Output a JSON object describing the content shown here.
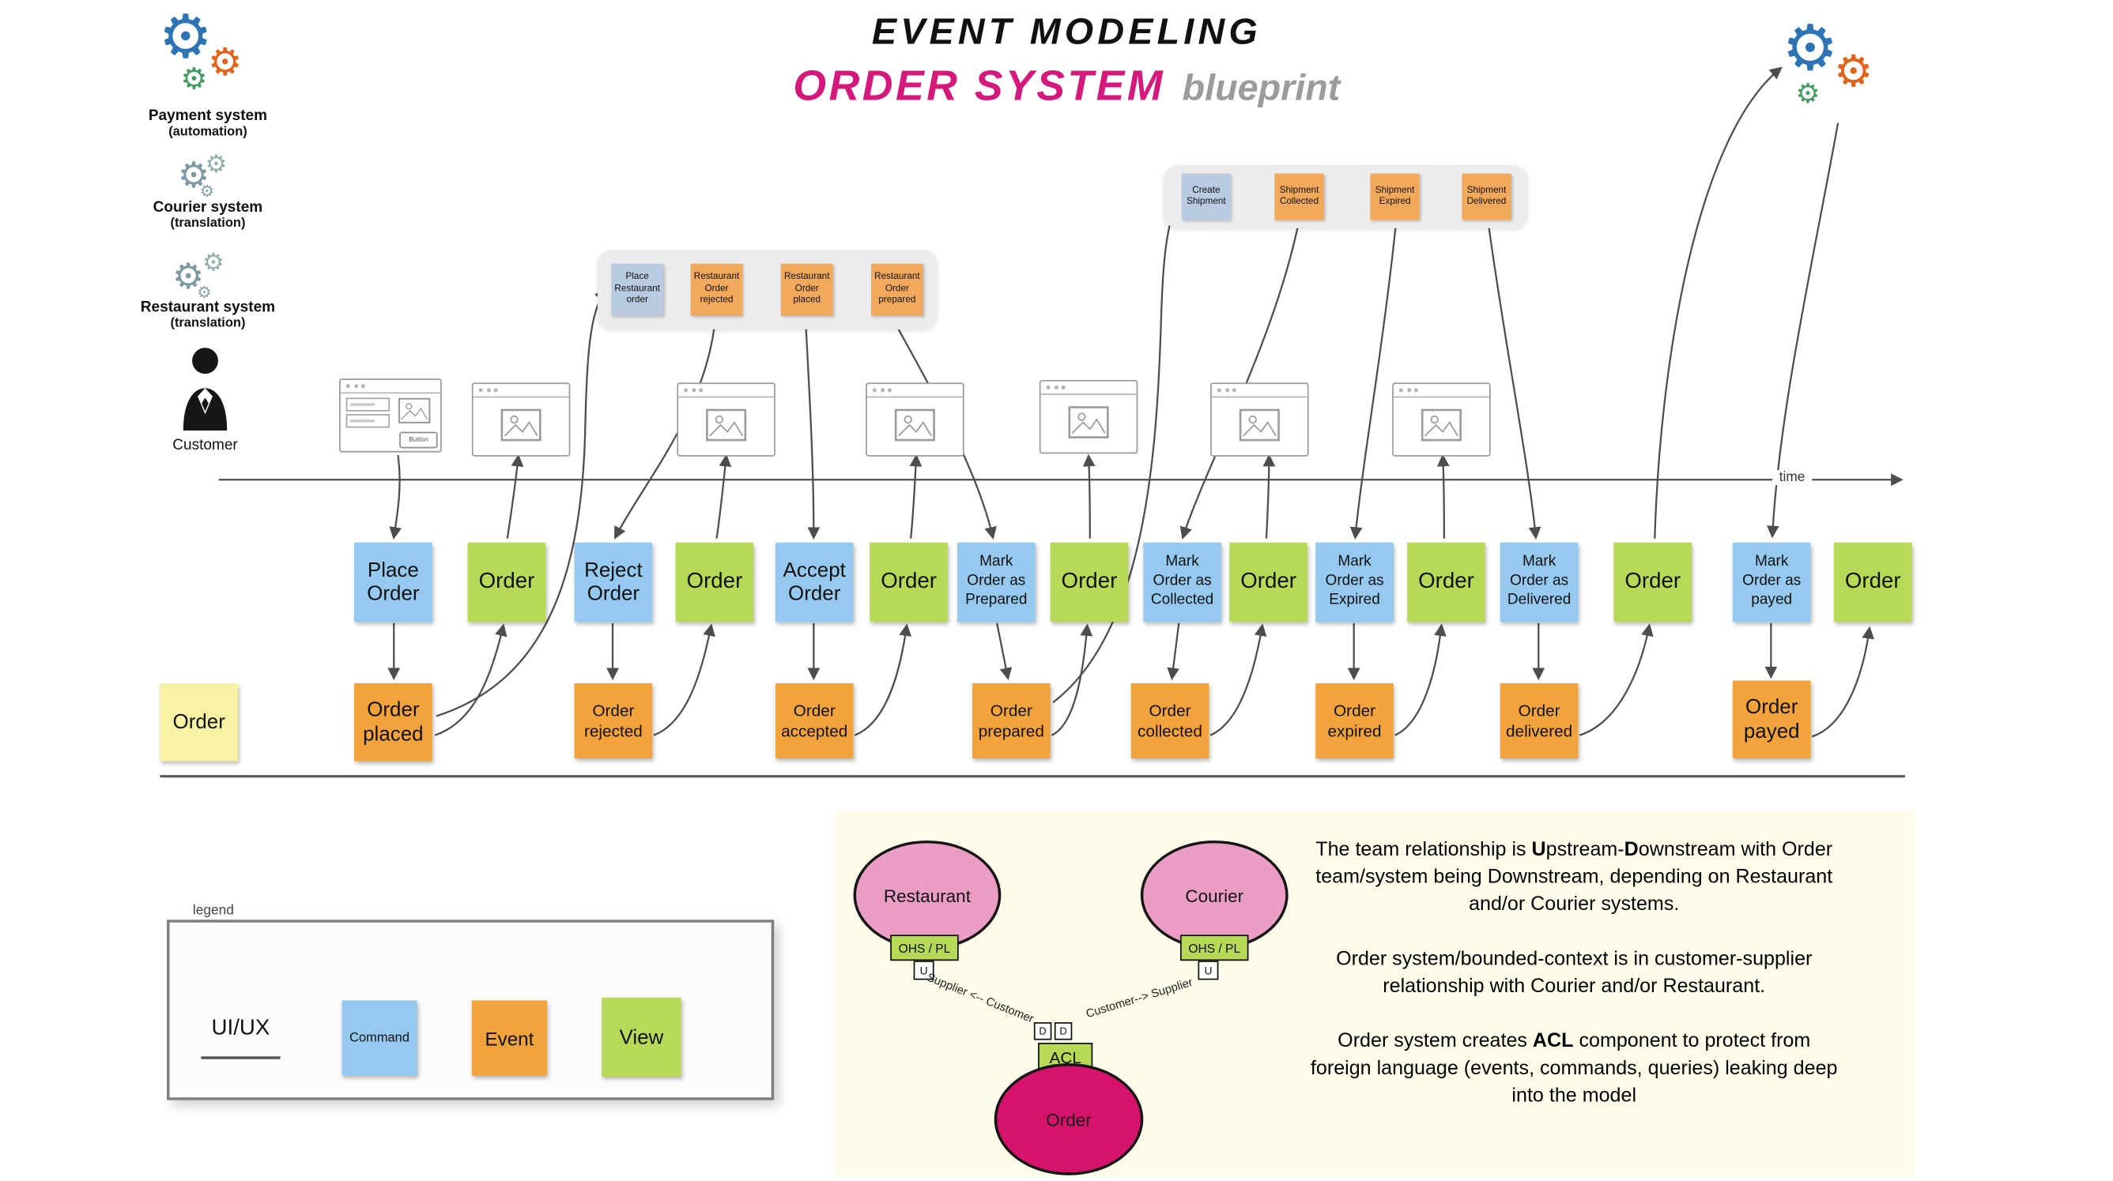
{
  "title": {
    "line1": "EVENT MODELING",
    "line2_accent": "ORDER SYSTEM",
    "line2_rest": "blueprint"
  },
  "actors": {
    "payment": {
      "name": "Payment system",
      "sub": "(automation)"
    },
    "courier": {
      "name": "Courier system",
      "sub": "(translation)"
    },
    "restaurant": {
      "name": "Restaurant system",
      "sub": "(translation)"
    },
    "customer": {
      "name": "Customer"
    }
  },
  "timeline_label": "time",
  "translation_panels": {
    "restaurant": {
      "notes": [
        "Place Restaurant order",
        "Restaurant Order rejected",
        "Restaurant Order placed",
        "Restaurant Order prepared"
      ]
    },
    "courier": {
      "notes": [
        "Create Shipment",
        "Shipment Collected",
        "Shipment Expired",
        "Shipment Delivered"
      ]
    }
  },
  "wireframe1": {
    "button_label": "Button"
  },
  "lanes": {
    "commands_views": [
      "Place Order",
      "Order",
      "Reject Order",
      "Order",
      "Accept Order",
      "Order",
      "Mark Order as Prepared",
      "Order",
      "Mark Order as Collected",
      "Order",
      "Mark Order as Expired",
      "Order",
      "Mark Order as Delivered",
      "Order",
      "Mark Order as payed",
      "Order"
    ],
    "events": [
      "Order placed",
      "Order rejected",
      "Order accepted",
      "Order prepared",
      "Order collected",
      "Order expired",
      "Order delivered",
      "Order payed"
    ],
    "aggregate_note": "Order"
  },
  "legend": {
    "title": "legend",
    "uiux": "UI/UX",
    "command": "Command",
    "event": "Event",
    "view": "View"
  },
  "context_map": {
    "restaurant": "Restaurant",
    "courier": "Courier",
    "order": "Order",
    "ohs_pl": "OHS / PL",
    "u": "U",
    "d": "D",
    "acl": "ACL",
    "rel_left": "Supplier <-- Customer",
    "rel_right": "Customer--> Supplier",
    "p1": {
      "s1": "The team relationship is ",
      "s2": "U",
      "s3": "pstream-",
      "s4": "D",
      "s5": "ownstream with Order team/system being Downstream, depending on Restaurant and/or Courier systems."
    },
    "p2": "Order system/bounded-context is in customer-supplier relationship with Courier and/or Restaurant.",
    "p3": {
      "s1": "Order system creates ",
      "s2": "ACL",
      "s3": " component to protect from foreign language (events, commands, queries) leaking deep into the model"
    }
  },
  "colors": {
    "command_blue": "#95c9ef",
    "view_green": "#b6d957",
    "event_orange": "#f3a33b",
    "aggregate_yellow": "#f8f2a3",
    "context_pink": "#eb9dc5",
    "context_magenta": "#d5136b",
    "accent_pink": "#d4187c"
  }
}
